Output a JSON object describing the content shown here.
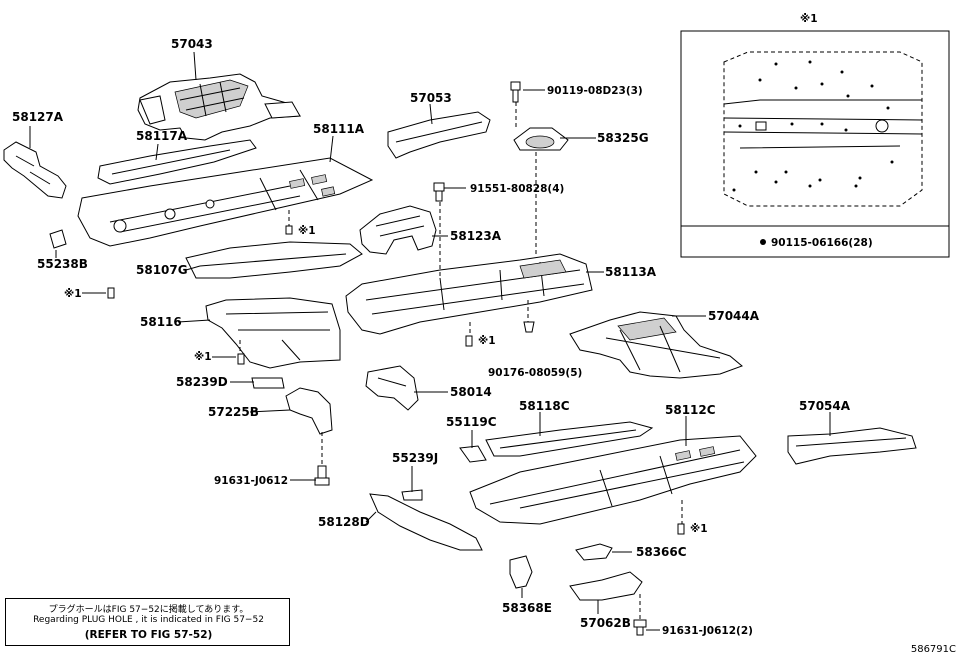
{
  "parts": {
    "p57043": "57043",
    "p58127A": "58127A",
    "p58117A": "58117A",
    "p58111A": "58111A",
    "p57053": "57053",
    "p90119": "90119-08D23(3)",
    "p58325G": "58325G",
    "p91551": "91551-80828(4)",
    "p58123A": "58123A",
    "p55238B": "55238B",
    "p58107G": "58107G",
    "p58113A": "58113A",
    "p58116": "58116",
    "p57044A": "57044A",
    "p90176": "90176-08059(5)",
    "p58239D": "58239D",
    "p58014": "58014",
    "p57225B": "57225B",
    "p55119C": "55119C",
    "p58118C": "58118C",
    "p58112C": "58112C",
    "p57054A": "57054A",
    "p91631a": "91631-J0612",
    "p55239J": "55239J",
    "p58128D": "58128D",
    "p58366C": "58366C",
    "p58368E": "58368E",
    "p57062B": "57062B",
    "p91631b": "91631-J0612(2)"
  },
  "marks": {
    "ref_mark": "※1"
  },
  "inset": {
    "title": "※1",
    "caption": "90115-06166(28)"
  },
  "note": {
    "line1": "プラグホールはFIG 57−52に掲載してあります。",
    "line2": "Regarding PLUG HOLE , it is indicated in FIG 57−52",
    "line3": "(REFER TO FIG 57-52)"
  },
  "figure_id": "586791C"
}
